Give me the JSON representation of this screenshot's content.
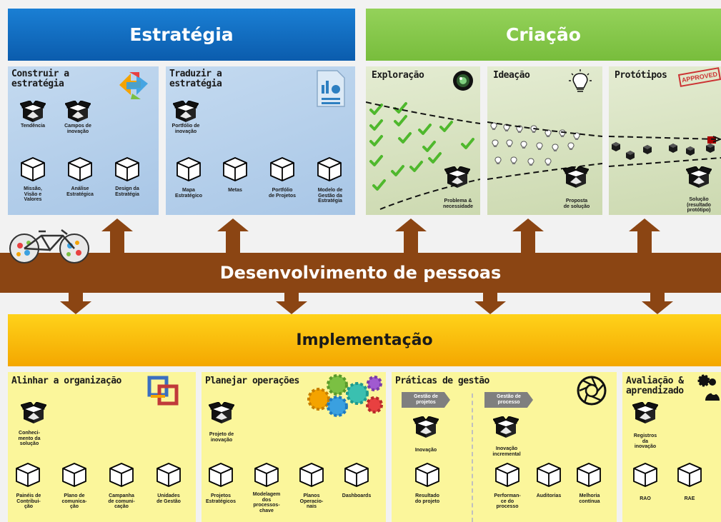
{
  "headers": {
    "strategy": "Estratégia",
    "creation": "Criação",
    "implementation": "Implementação",
    "people": "Desenvolvimento de pessoas"
  },
  "strategy_panels": [
    {
      "title": "Construir a\nestratégia",
      "open_items": [
        "Tendência",
        "Campos de\ninovação"
      ],
      "items": [
        "Missão,\nVisão e\nValores",
        "Análise\nEstratégica",
        "Design da\nEstratégia"
      ]
    },
    {
      "title": "Traduzir a\nestratégia",
      "open_items": [
        "Portfólio de\ninovação"
      ],
      "items": [
        "Mapa\nEstratégico",
        "Metas",
        "Portfólio\nde Projetos",
        "Modelo de\nGestão da\nEstratégia"
      ]
    }
  ],
  "creation_panels": [
    {
      "title": "Exploração",
      "output": "Problema &\nnecessidade"
    },
    {
      "title": "Ideação",
      "output": "Proposta\nde solução"
    },
    {
      "title": "Protótipos",
      "stamp": "APPROVED",
      "output": "Solução\n(resultado\nprotótipo)"
    }
  ],
  "implementation_panels": [
    {
      "title": "Alinhar a organização",
      "open_items": [
        "Conheci-\nmento da\nsolução"
      ],
      "items": [
        "Painéis de\nContribui-\nção",
        "Plano de\ncomunica-\nção",
        "Campanha\nde comuni-\ncação",
        "Unidades\nde Gestão"
      ]
    },
    {
      "title": "Planejar operações",
      "open_items": [
        "Projeto de\ninovação"
      ],
      "items": [
        "Projetos\nEstratégicos",
        "Modelagem\ndos\nprocessos-\nchave",
        "Planos\nOperacio-\nnais",
        "Dashboards"
      ]
    },
    {
      "title": "Práticas de gestão",
      "tags": [
        "Gestão de\nprojetos",
        "Gestão de\nprocesso"
      ],
      "open_items": [
        "Inovação",
        "Inovação\nincremental"
      ],
      "items": [
        "Resultado\ndo projeto",
        "Performan-\nce do\nprocesso",
        "Auditorias",
        "Melhoria\ncontínua"
      ]
    },
    {
      "title": "Avaliação &\naprendizado",
      "open_items": [
        "Registros\nda\ninovação"
      ],
      "items": [
        "RAO",
        "RAE"
      ]
    }
  ],
  "colors": {
    "strategy": "#0b5cad",
    "creation": "#78bd3c",
    "implementation": "#f4a700",
    "people": "#8b4513",
    "check": "#4fb82d"
  },
  "icons": [
    "open-box-icon",
    "closed-box-icon",
    "check-icon",
    "lightbulb-icon",
    "camera-lens-icon",
    "recycle-arrows-icon",
    "document-chart-icon",
    "gears-icon",
    "aperture-icon",
    "people-gear-icon",
    "bicycle-icon",
    "approved-stamp-icon",
    "arrow-up-icon",
    "arrow-down-icon"
  ]
}
